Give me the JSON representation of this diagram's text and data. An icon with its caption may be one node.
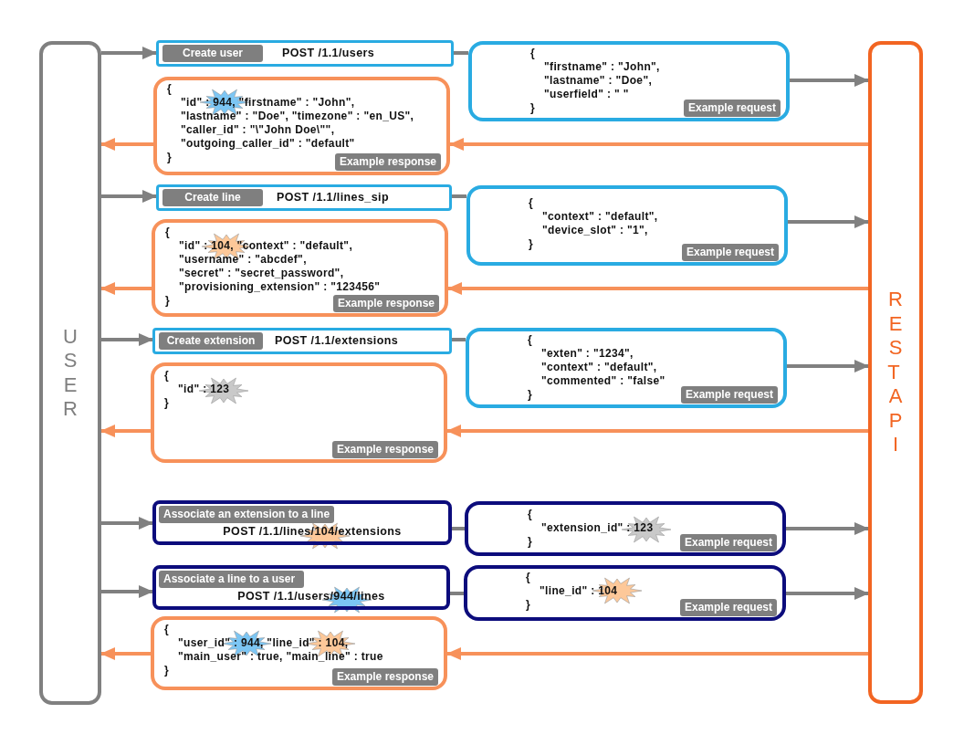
{
  "diagram": {
    "nodes": [
      {
        "text": [
          "USER"
        ]
      },
      {
        "text": [
          "REST API"
        ]
      },
      {
        "text": [
          "Create user",
          "POST /1.1/users"
        ]
      },
      {
        "text": [
          "{",
          "\"firstname\" : \"John\",",
          "\"lastname\" : \"Doe\",",
          "\"userfield\" : \" \"",
          "}",
          "Example request"
        ]
      },
      {
        "text": [
          "{",
          "\"id\" : 944, \"firstname\" : \"John\",",
          "\"lastname\" : \"Doe\", \"timezone\" : \"en_US\",",
          "\"caller_id\" : \"\\\"John Doe\\\"\",",
          "\"outgoing_caller_id\" : \"default\"",
          "}",
          "Example response"
        ]
      },
      {
        "text": [
          "Create line",
          "POST /1.1/lines_sip"
        ]
      },
      {
        "text": [
          "{",
          "\"context\" : \"default\",",
          "\"device_slot\" : \"1\",",
          "}",
          "Example request"
        ]
      },
      {
        "text": [
          "{",
          "\"id\" : 104, \"context\" : \"default\",",
          "\"username\" : \"abcdef\",",
          "\"secret\" : \"secret_password\",",
          "\"provisioning_extension\" : \"123456\"",
          "}",
          "Example response"
        ]
      },
      {
        "text": [
          "Create extension",
          "POST /1.1/extensions"
        ]
      },
      {
        "text": [
          "{",
          "\"exten\" : \"1234\",",
          "\"context\" : \"default\",",
          "\"commented\" : \"false\"",
          "}",
          "Example request"
        ]
      },
      {
        "text": [
          "{",
          "\"id\" : 123",
          "}",
          "Example response"
        ]
      },
      {
        "text": [
          "Associate an extension to a line",
          "POST /1.1/lines/104/extensions"
        ]
      },
      {
        "text": [
          "{",
          "\"extension_id\" : 123",
          "}",
          "Example request"
        ]
      },
      {
        "text": [
          "Associate a line to a user",
          "POST /1.1/users/944/lines"
        ]
      },
      {
        "text": [
          "{",
          "\"line_id\" : 104",
          "}",
          "Example request"
        ]
      },
      {
        "text": [
          "{",
          "\"user_id\" : 944, \"line_id\" : 104,",
          "\"main_user\" : true, \"main_line\" : true",
          "}",
          "Example response"
        ]
      }
    ],
    "edges": [
      {
        "from": 0,
        "to": 2,
        "arrow": "to"
      },
      {
        "from": 2,
        "to": 3,
        "arrow": "none"
      },
      {
        "from": 3,
        "to": 1,
        "arrow": "to"
      },
      {
        "from": 1,
        "to": 4,
        "arrow": "to",
        "color": "#f7915a"
      },
      {
        "from": 4,
        "to": 0,
        "arrow": "to",
        "color": "#f7915a"
      },
      {
        "from": 0,
        "to": 5,
        "arrow": "to"
      },
      {
        "from": 5,
        "to": 6,
        "arrow": "none"
      },
      {
        "from": 6,
        "to": 1,
        "arrow": "to"
      },
      {
        "from": 1,
        "to": 7,
        "arrow": "to",
        "color": "#f7915a"
      },
      {
        "from": 7,
        "to": 0,
        "arrow": "to",
        "color": "#f7915a"
      },
      {
        "from": 0,
        "to": 8,
        "arrow": "to"
      },
      {
        "from": 8,
        "to": 9,
        "arrow": "none"
      },
      {
        "from": 9,
        "to": 1,
        "arrow": "to"
      },
      {
        "from": 1,
        "to": 10,
        "arrow": "to",
        "color": "#f7915a"
      },
      {
        "from": 10,
        "to": 0,
        "arrow": "to",
        "color": "#f7915a"
      },
      {
        "from": 0,
        "to": 11,
        "arrow": "to"
      },
      {
        "from": 11,
        "to": 12,
        "arrow": "none"
      },
      {
        "from": 12,
        "to": 1,
        "arrow": "to"
      },
      {
        "from": 0,
        "to": 13,
        "arrow": "to"
      },
      {
        "from": 13,
        "to": 14,
        "arrow": "none"
      },
      {
        "from": 14,
        "to": 1,
        "arrow": "to"
      },
      {
        "from": 1,
        "to": 15,
        "arrow": "to",
        "color": "#f7915a"
      },
      {
        "from": 15,
        "to": 0,
        "arrow": "to",
        "color": "#f7915a"
      }
    ]
  }
}
